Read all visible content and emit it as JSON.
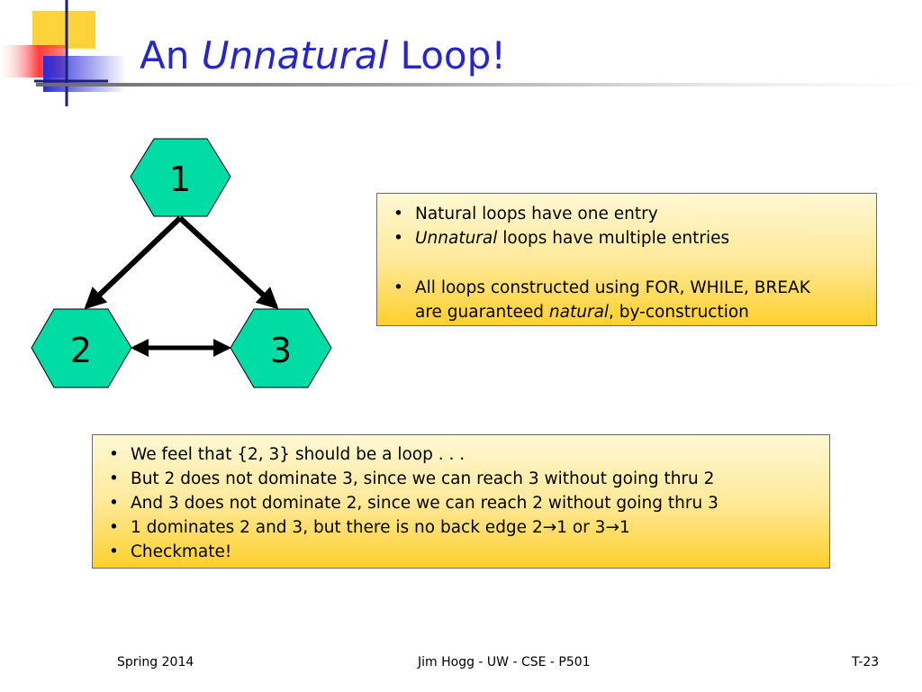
{
  "slide": {
    "title_prefix": "An ",
    "title_em": "Unnatural",
    "title_suffix": " Loop!",
    "logo_colors": [
      "#ffd43b",
      "#ff3b3b",
      "#2b2bd9"
    ],
    "accent_color": "#2626cc"
  },
  "graph": {
    "node_color": "#00dca4",
    "nodes": [
      {
        "id": "1",
        "label": "1"
      },
      {
        "id": "2",
        "label": "2"
      },
      {
        "id": "3",
        "label": "3"
      }
    ],
    "edges": [
      {
        "from": "1",
        "to": "2"
      },
      {
        "from": "1",
        "to": "3"
      },
      {
        "from": "2",
        "to": "3",
        "bidirectional": true
      }
    ]
  },
  "box_top": {
    "items": [
      {
        "bullet": "•",
        "text": "Natural loops have one entry"
      },
      {
        "bullet": "•",
        "em": "Unnatural",
        "text": " loops have multiple entries"
      },
      {
        "bullet": "•",
        "text": "All loops constructed using FOR, WHILE, BREAK",
        "line2_prefix": "are guaranteed ",
        "line2_em": "natural",
        "line2_suffix": ", by-construction"
      }
    ]
  },
  "box_bottom": {
    "items": [
      {
        "bullet": "•",
        "text": "We feel that {2, 3} should be a loop . . ."
      },
      {
        "bullet": "•",
        "text": "But 2 does not dominate 3, since we can reach 3 without going thru 2"
      },
      {
        "bullet": "•",
        "text": "And 3 does not dominate 2, since we can reach 2 without going thru 3"
      },
      {
        "bullet": "•",
        "text": "1 dominates 2 and 3, but there is no back edge 2→1 or 3→1"
      },
      {
        "bullet": "•",
        "text": "Checkmate!"
      }
    ]
  },
  "footer": {
    "left": "Spring 2014",
    "center": "Jim Hogg - UW - CSE - P501",
    "right": "T-23"
  }
}
